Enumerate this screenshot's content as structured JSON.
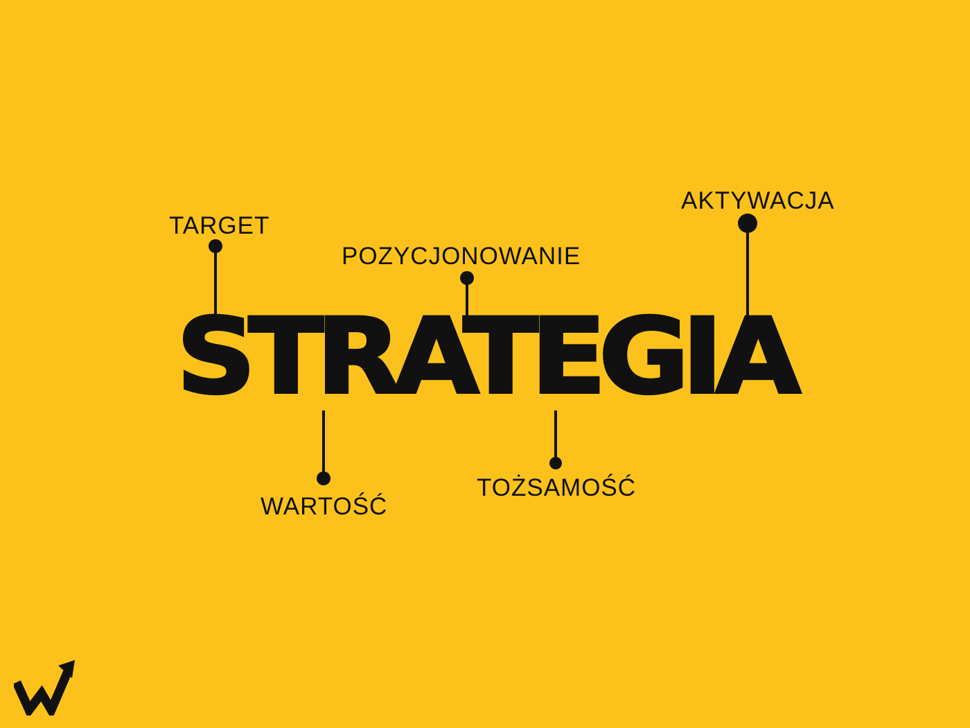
{
  "title": "STRATEGIA",
  "branches": [
    {
      "id": "target",
      "label": "TARGET"
    },
    {
      "id": "pozycjonowanie",
      "label": "POZYCJONOWANIE"
    },
    {
      "id": "aktywacja",
      "label": "AKTYWACJA"
    },
    {
      "id": "wartosc",
      "label": "WARTOŚĆ"
    },
    {
      "id": "tozsamosc",
      "label": "TOŻSAMOŚĆ"
    }
  ],
  "colors": {
    "background": "#FCC21B",
    "ink": "#111111"
  },
  "logo": {
    "icon": "arrow-w-logo-icon"
  }
}
